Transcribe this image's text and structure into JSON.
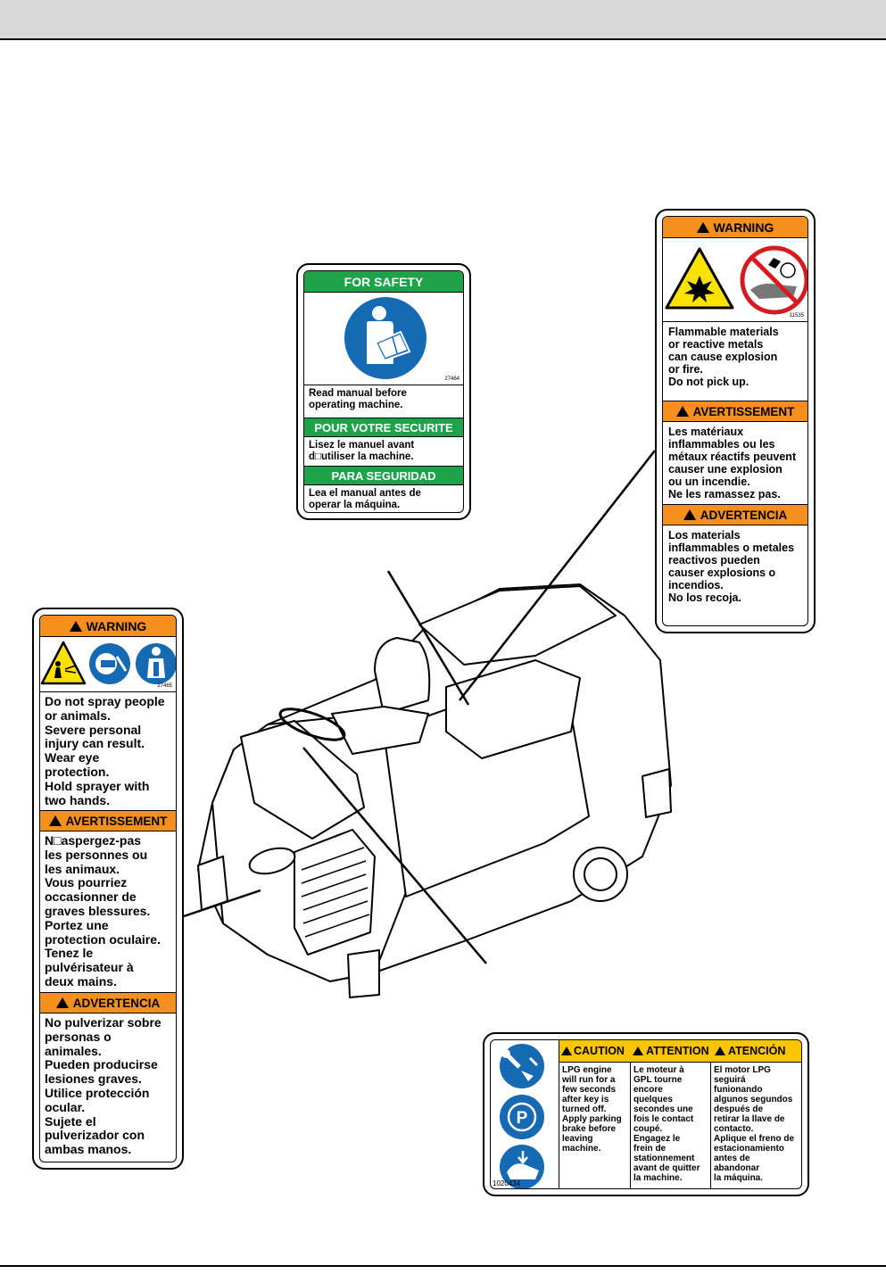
{
  "safety": {
    "header_en": "FOR SAFETY",
    "text_en": "Read manual before\noperating machine.",
    "header_fr": "POUR VOTRE SECURITE",
    "text_fr": "Lisez le manuel avant\nd□utiliser la machine.",
    "header_es": "PARA SEGURIDAD",
    "text_es": "Lea el manual antes de\noperar la máquina.",
    "part_no": "27464",
    "icon": "read-manual-icon",
    "color": "#1fa34a"
  },
  "flammable": {
    "header_en": "WARNING",
    "text_en": "Flammable materials\nor reactive metals\ncan cause explosion\nor fire.\nDo not pick up.",
    "header_fr": "AVERTISSEMENT",
    "text_fr": "Les matériaux\ninflammables ou les\nmétaux réactifs peuvent\ncauser une explosion\nou un incendie.\nNe les ramassez pas.",
    "header_es": "ADVERTENCIA",
    "text_es": "Los materials\ninflammables o metales\nreactivos pueden\ncauser explosions o\nincendios.\nNo los recoja.",
    "part_no": "11535",
    "icons": [
      "explosion-icon",
      "no-pickup-icon"
    ],
    "color": "#f5901e"
  },
  "sprayer": {
    "header_en": "WARNING",
    "text_en": "Do not spray people\nor animals.\nSevere personal\ninjury can result.\nWear eye\nprotection.\nHold sprayer with\ntwo hands.",
    "header_fr": "AVERTISSEMENT",
    "text_fr": "N□aspergez-pas\nles personnes ou\nles animaux.\nVous pourriez\noccasionner de\ngraves blessures.\nPortez une\nprotection oculaire.\nTenez le\npulvérisateur à\ndeux mains.",
    "header_es": "ADVERTENCIA",
    "text_es": "No pulverizar sobre\npersonas o\nanimales.\nPueden producirse\nlesiones graves.\nUtilice protección\nocular.\nSujete el\npulverizador con\nambas manos.",
    "part_no": "27465",
    "icons": [
      "no-spray-people-icon",
      "eye-protection-icon",
      "two-hands-icon"
    ]
  },
  "lpg": {
    "header_en": "CAUTION",
    "header_fr": "ATTENTION",
    "header_es": "ATENCIÓN",
    "text_en": "LPG engine\nwill run for a\nfew seconds\nafter key is\nturned off.\nApply parking\nbrake before\nleaving\nmachine.",
    "text_fr": "Le moteur à\nGPL tourne\nencore\nquelques\nsecondes une\nfois le contact\ncoupé.\nEngagez le\nfrein de\nstationnement\navant de quitter\nla machine.",
    "text_es": "El motor LPG\nseguirá\nfunionando\nalgunos segundos\ndespués de\nretirar la llave de\ncontacto.\nAplique el freno de\nestacionamiento\nantes de\nabandonar\nla máquina.",
    "part_no": "1020434",
    "icons": [
      "key-off-icon",
      "parking-brake-icon",
      "brake-pedal-icon"
    ],
    "color": "#fdc400"
  }
}
